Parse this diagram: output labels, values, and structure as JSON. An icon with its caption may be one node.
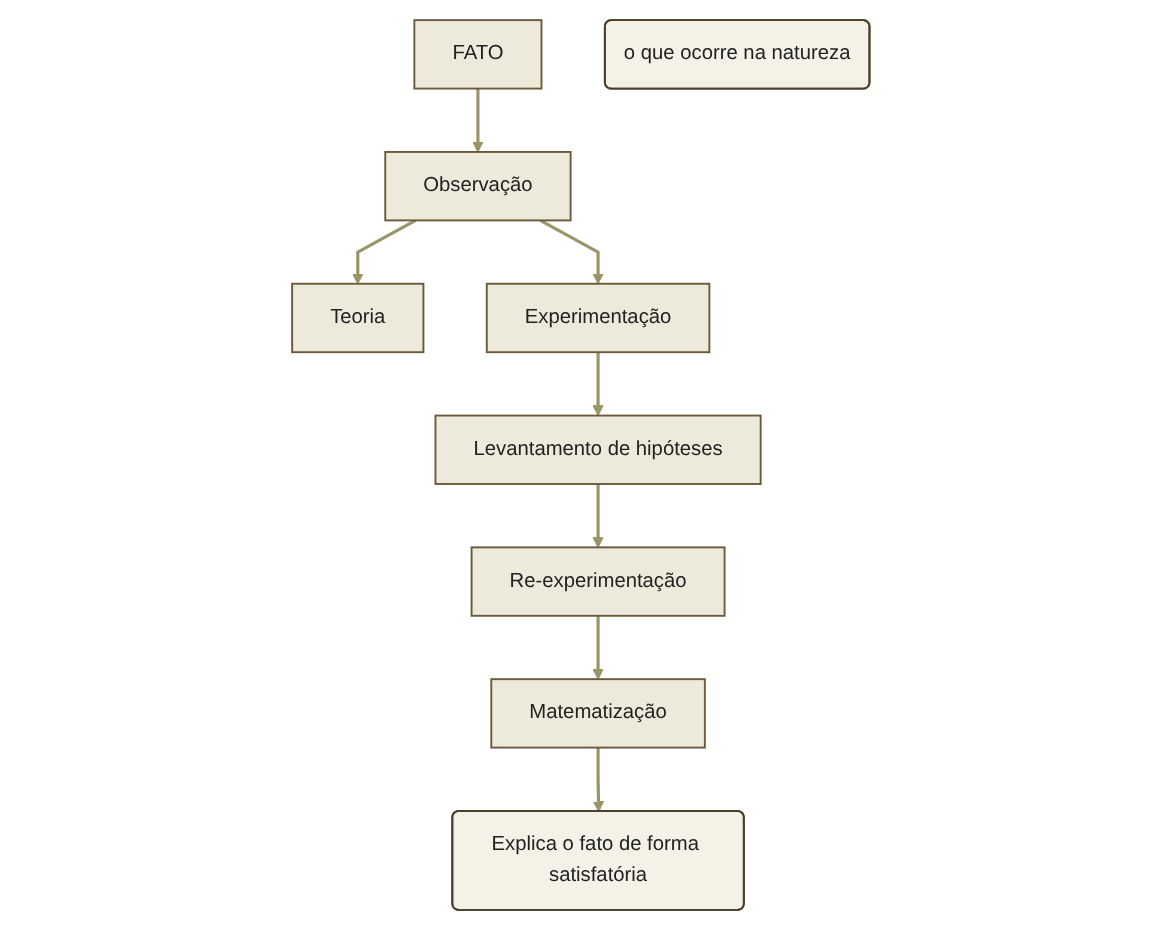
{
  "diagram": {
    "nodes": [
      {
        "text": [
          "FATO"
        ]
      },
      {
        "text": [
          "Observação"
        ]
      },
      {
        "text": [
          "Teoria"
        ]
      },
      {
        "text": [
          "o que ocorre na natureza"
        ]
      },
      {
        "text": [
          "Experimentação"
        ]
      },
      {
        "text": [
          "Explica o fato de forma satisfatória"
        ]
      },
      {
        "text": [
          "Levantamento de hipóteses"
        ]
      },
      {
        "text": [
          "Re-experimentação"
        ]
      },
      {
        "text": [
          "Matematização"
        ]
      }
    ],
    "edges": [
      {
        "from": 0,
        "to": 1,
        "arrow": "to"
      },
      {
        "from": 1,
        "to": 2,
        "arrow": "to"
      },
      {
        "from": 1,
        "to": 4,
        "arrow": "to"
      },
      {
        "from": 4,
        "to": 6,
        "arrow": "to"
      },
      {
        "from": 6,
        "to": 7,
        "arrow": "to"
      },
      {
        "from": 7,
        "to": 8,
        "arrow": "to"
      },
      {
        "from": 8,
        "to": 5,
        "arrow": "to"
      }
    ]
  }
}
